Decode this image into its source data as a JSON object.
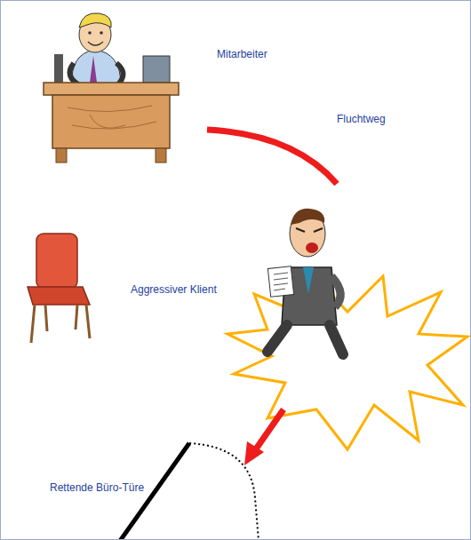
{
  "diagram": {
    "labels": [
      "Mitarbeiter",
      "Fluchtweg",
      "Aggressiver Klient",
      "Rettende Büro-Türe"
    ]
  }
}
